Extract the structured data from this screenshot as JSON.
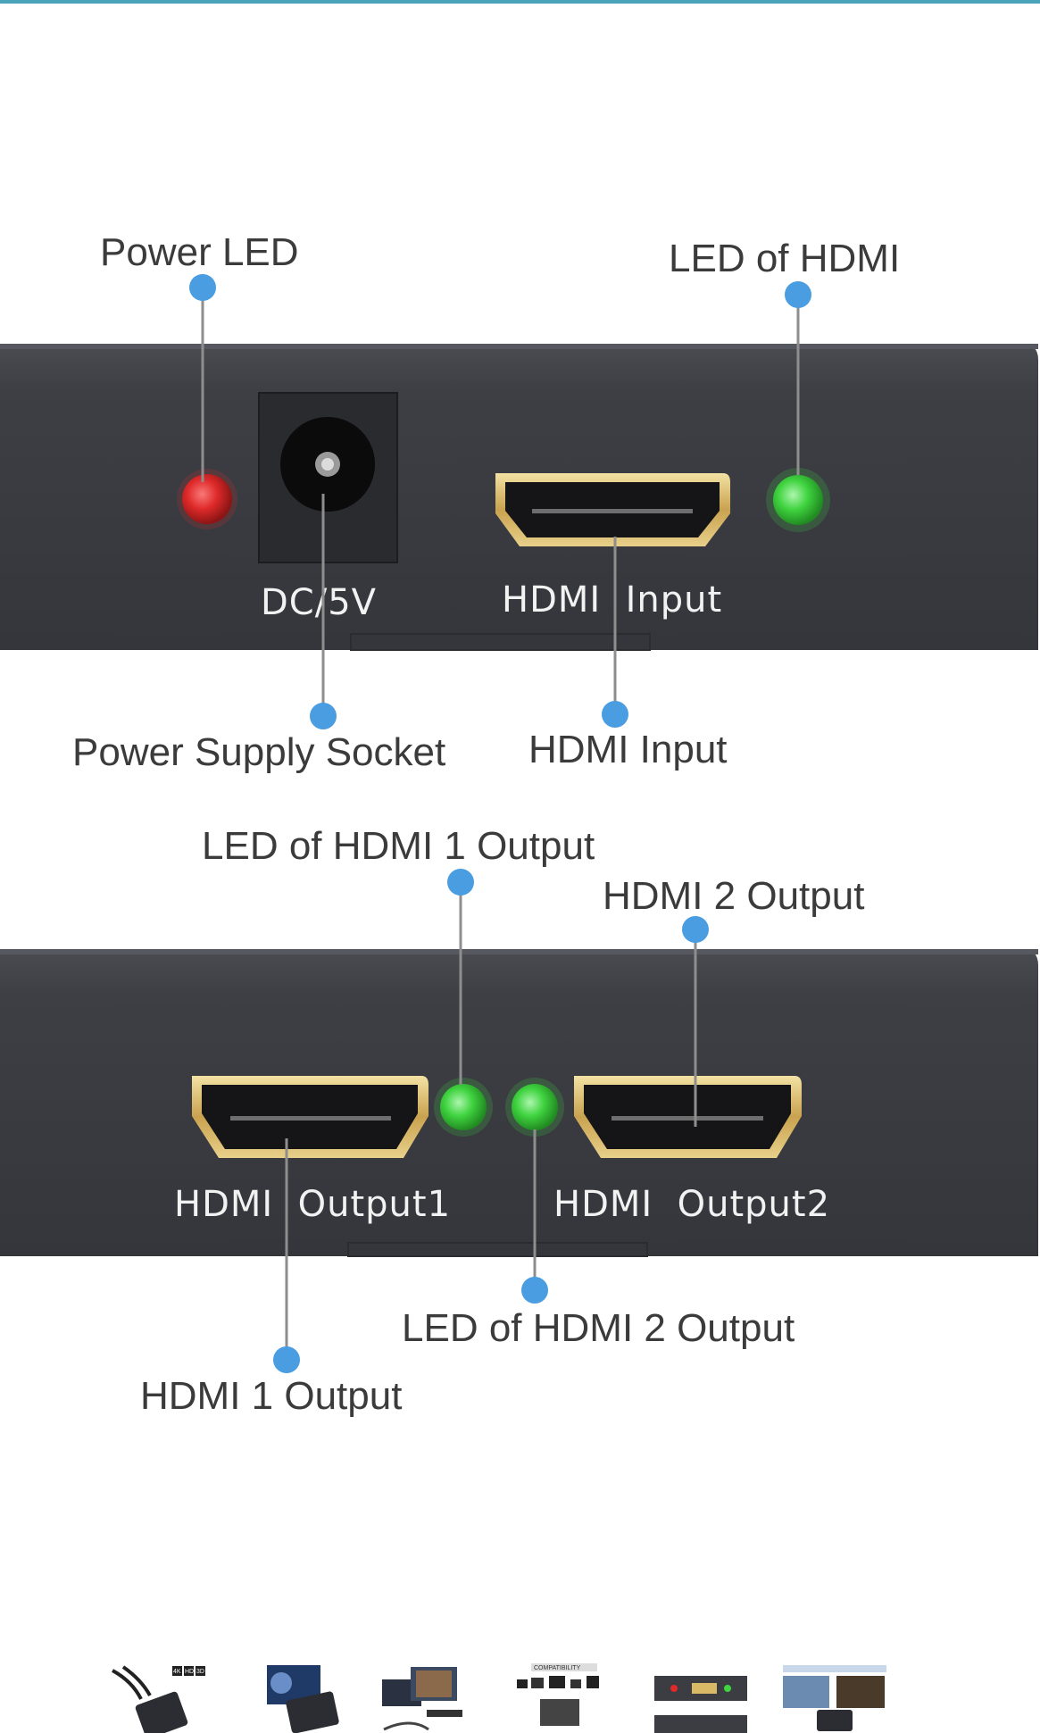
{
  "colors": {
    "accent_bar": "#4aa3b8",
    "callout_dot": "#4a9de0",
    "panel": "#3b3d42",
    "power_led": "#e02a2a",
    "hdmi_led": "#3fd43f",
    "port_gold": "#d9b866"
  },
  "panel_top": {
    "dc_label": "DC/5V",
    "hdmi_label": "HDMI  Input"
  },
  "panel_bottom": {
    "out1_label": "HDMI  Output1",
    "out2_label": "HDMI  Output2"
  },
  "callouts": {
    "power_led": "Power LED",
    "led_hdmi": "LED of HDMI",
    "power_socket": "Power Supply Socket",
    "hdmi_input": "HDMI Input",
    "led_hdmi1_output": "LED of HDMI 1 Output",
    "hdmi2_output": "HDMI 2 Output",
    "led_hdmi2_output": "LED of HDMI 2 Output",
    "hdmi1_output": "HDMI 1 Output"
  },
  "thumbnails": [
    {
      "name": "splitter-4k-photo",
      "icon": "splitter-cables-icon"
    },
    {
      "name": "splitter-space-photo",
      "icon": "splitter-box-icon"
    },
    {
      "name": "tv-setup-photo",
      "icon": "tv-icon"
    },
    {
      "name": "compatibility-chart",
      "icon": "devices-icon"
    },
    {
      "name": "ports-diagram",
      "icon": "ports-icon"
    },
    {
      "name": "usage-scenes",
      "icon": "scenes-icon"
    }
  ],
  "thumbnail_badges": [
    "4K",
    "HD",
    "3D"
  ],
  "thumbnail_captions": [
    "COMPATIBILITY"
  ]
}
